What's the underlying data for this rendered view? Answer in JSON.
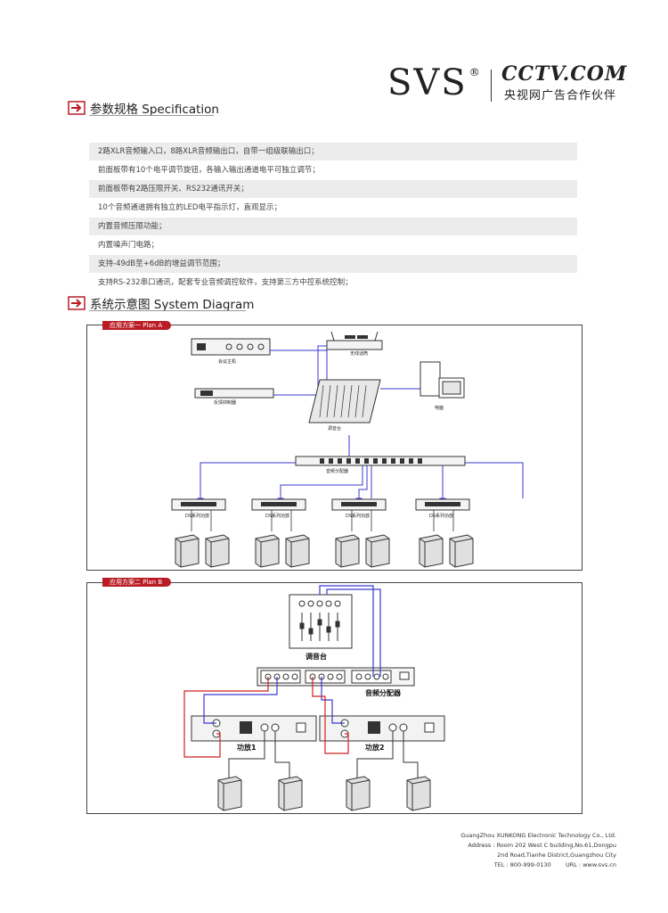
{
  "header": {
    "brand": "SVS",
    "registered": "®",
    "partner_logo": "CCTV.COM",
    "partner_subtitle": "央视网广告合作伙伴"
  },
  "specification": {
    "heading": "参数规格 Specification",
    "items": [
      "2路XLR音频输入口，8路XLR音频输出口，自带一组级联输出口；",
      "前面板带有10个电平调节旋钮，各输入输出通道电平可独立调节；",
      "前面板带有2路压限开关、RS232通讯开关；",
      "10个音频通道拥有独立的LED电平指示灯，直观显示；",
      "内置音频压限功能；",
      "内置噪声门电路；",
      "支持-49dB至+6dB的增益调节范围；",
      "支持RS-232串口通讯，配套专业音频调控软件，支持第三方中控系统控制；"
    ]
  },
  "system_diagram": {
    "heading": "系统示意图 System Diagram",
    "plan_a": {
      "tag": "应用方案一 Plan A",
      "labels": {
        "conference_host": "会议主机",
        "wireless_mic": "无线话筒",
        "feedback_suppressor": "反馈抑制器",
        "computer": "电脑",
        "mixer": "调音台",
        "distributor": "音频分配器",
        "amps": [
          "DS系列功放",
          "DS系列功放",
          "DS系列功放",
          "DS系列功放"
        ]
      }
    },
    "plan_b": {
      "tag": "应用方案二 Plan B",
      "labels": {
        "mixer": "调音台",
        "distributor": "音频分配器",
        "amp1": "功放1",
        "amp2": "功放2"
      }
    }
  },
  "footer": {
    "company": "GuangZhou XUNKONG Electronic Technology Co., Ltd.",
    "address_1": "Address : Room 202 West C building,No.61,Dongpu",
    "address_2": "2nd Road,Tianhe District,Guangzhou City",
    "tel": "TEL : 800-999-0130",
    "url": "URL : www.svs.cn"
  },
  "colors": {
    "accent_red": "#b91c24",
    "wire_blue": "#3a3ad0",
    "wire_red": "#d02020",
    "row_gray": "#ececec"
  }
}
